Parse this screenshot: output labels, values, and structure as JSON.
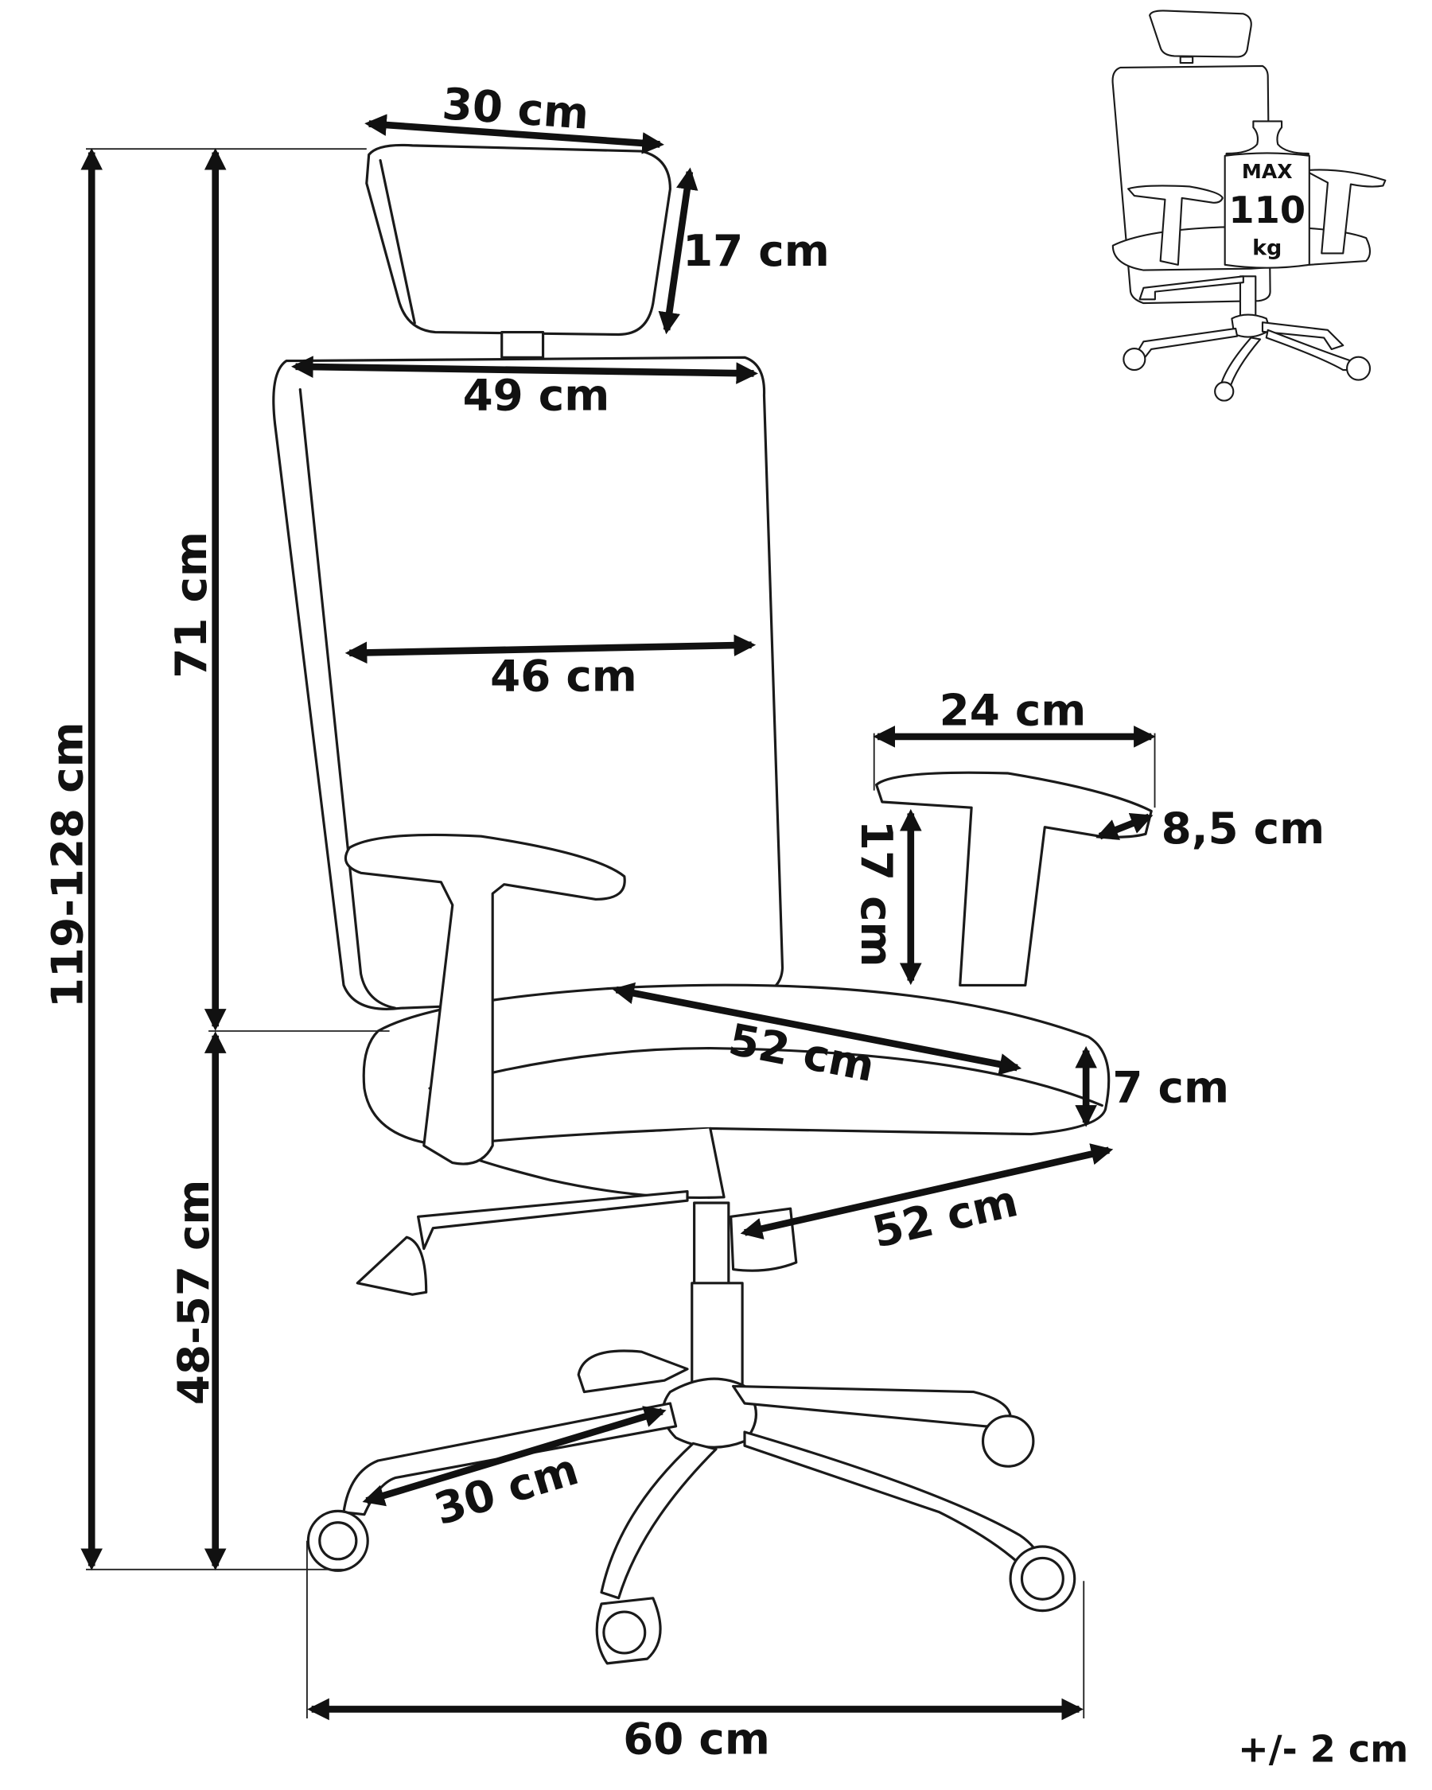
{
  "dimensions": {
    "headrest_width": "30 cm",
    "headrest_height": "17 cm",
    "backrest_top_width": "49 cm",
    "backrest_width": "46 cm",
    "backrest_height": "71 cm",
    "total_height": "119-128 cm",
    "seat_height": "48-57 cm",
    "armrest_length": "24 cm",
    "armrest_width": "8,5 cm",
    "armrest_height": "17 cm",
    "seat_width": "52 cm",
    "seat_thickness": "7 cm",
    "seat_depth": "52 cm",
    "base_radius": "30 cm",
    "base_width": "60 cm"
  },
  "tolerance": "+/- 2 cm",
  "max_load": {
    "line1": "MAX",
    "line2": "110",
    "line3": "kg"
  }
}
